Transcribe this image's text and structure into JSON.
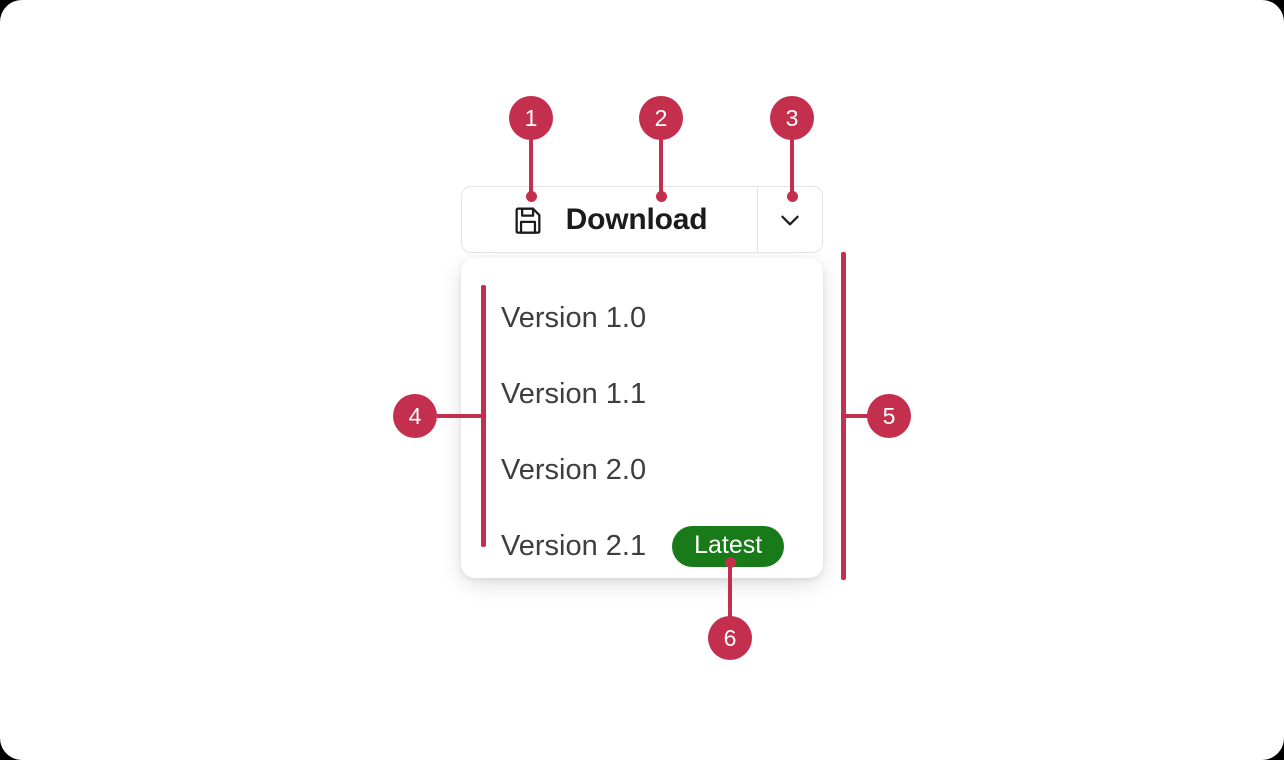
{
  "button": {
    "save_icon": "save-floppy-icon",
    "label": "Download",
    "chevron_icon": "chevron-down-icon"
  },
  "dropdown": {
    "items": [
      {
        "label": "Version 1.0",
        "badge": null
      },
      {
        "label": "Version 1.1",
        "badge": null
      },
      {
        "label": "Version 2.0",
        "badge": null
      },
      {
        "label": "Version 2.1",
        "badge": "Latest"
      }
    ]
  },
  "annotations": [
    {
      "number": "1",
      "target": "save-icon"
    },
    {
      "number": "2",
      "target": "download-label"
    },
    {
      "number": "3",
      "target": "chevron-button"
    },
    {
      "number": "4",
      "target": "dropdown-items-left-bracket"
    },
    {
      "number": "5",
      "target": "dropdown-panel-right-bracket"
    },
    {
      "number": "6",
      "target": "latest-badge"
    }
  ],
  "colors": {
    "marker": "#c42f4e",
    "badge_green": "#187a18",
    "label_text": "#1b1b1b",
    "item_text": "#3e3e3e",
    "border": "#e3e3e3",
    "surface": "#ffffff"
  }
}
